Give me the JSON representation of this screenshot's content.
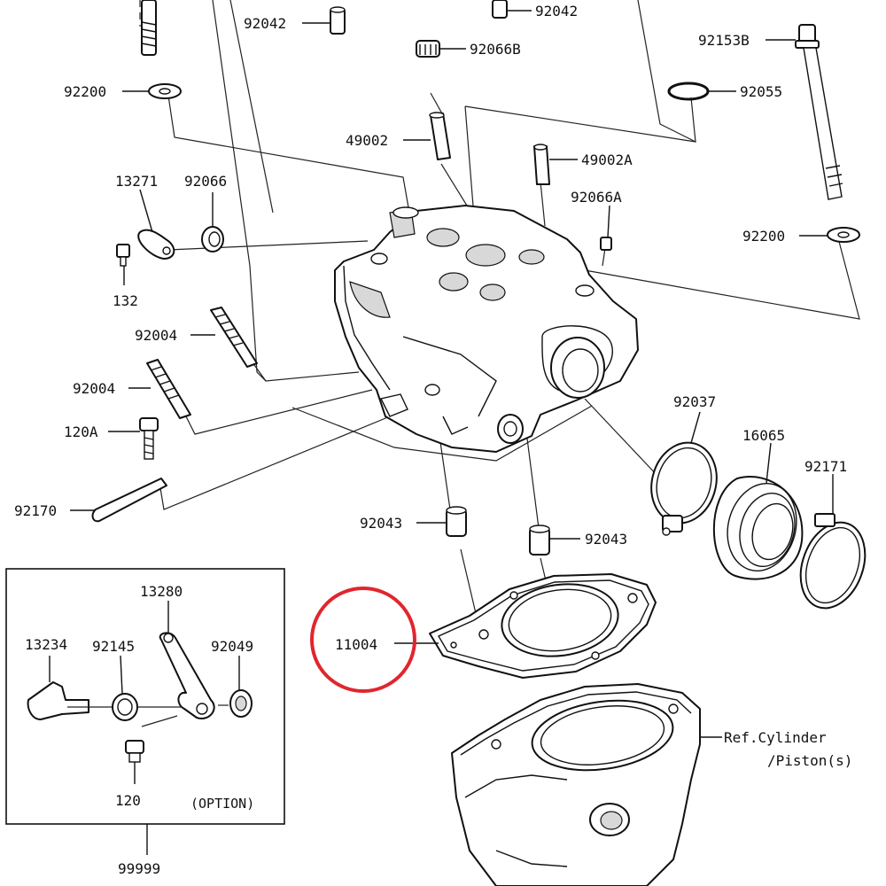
{
  "parts": {
    "p92042_left": "92042",
    "p92042_right": "92042",
    "p92066B": "92066B",
    "p92153B": "92153B",
    "p92200_left": "92200",
    "p92055": "92055",
    "p49002": "49002",
    "p49002A": "49002A",
    "p13271": "13271",
    "p92066": "92066",
    "p92066A": "92066A",
    "p92200_right": "92200",
    "p132": "132",
    "p92004_upper": "92004",
    "p92004_lower": "92004",
    "p120A": "120A",
    "p92037": "92037",
    "p16065": "16065",
    "p92171": "92171",
    "p92170": "92170",
    "p92043_left": "92043",
    "p92043_right": "92043",
    "p13280": "13280",
    "p13234": "13234",
    "p92145": "92145",
    "p92049": "92049",
    "p11004": "11004",
    "p120": "120",
    "p99999": "99999"
  },
  "option_label": "(OPTION)",
  "ref_line1": "Ref.Cylinder",
  "ref_line2": "/Piston(s)",
  "colors": {
    "highlight_circle": "#e0262e",
    "line_art": "#111111"
  }
}
